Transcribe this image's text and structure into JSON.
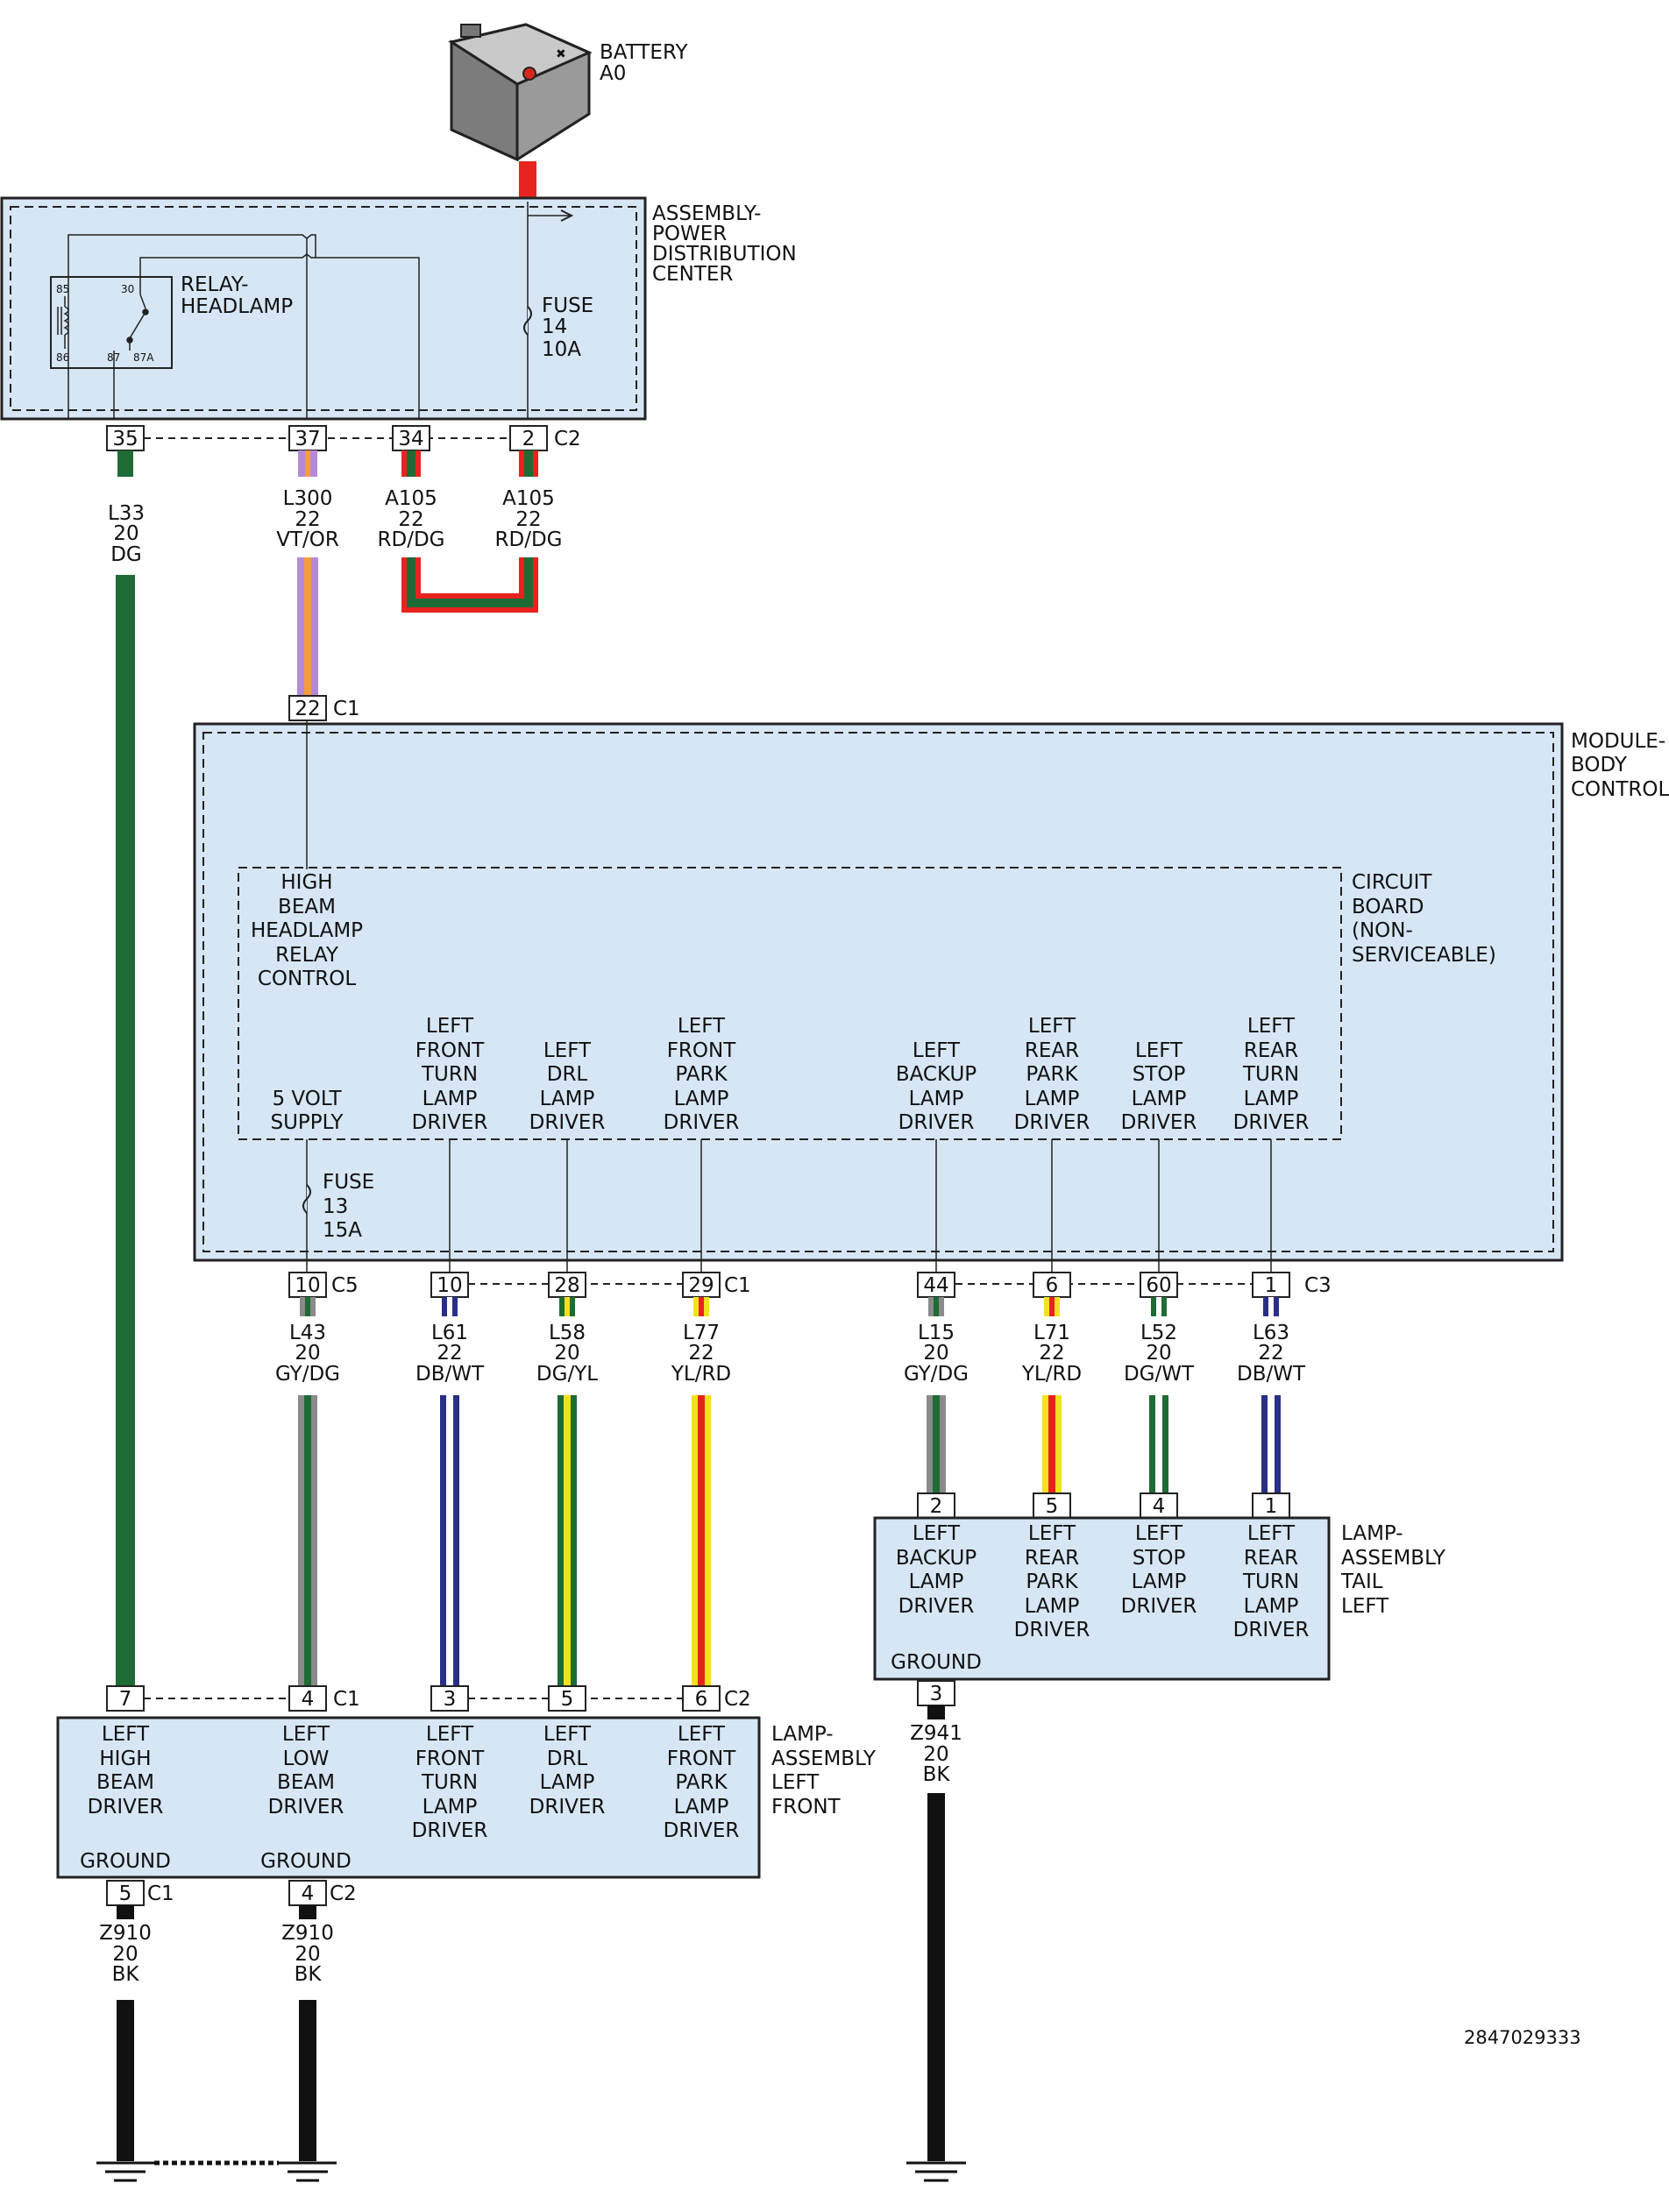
{
  "battery": {
    "label1": "BATTERY",
    "label2": "A0"
  },
  "pdc": {
    "label": [
      "ASSEMBLY-",
      "POWER",
      "DISTRIBUTION",
      "CENTER"
    ],
    "relay_label": [
      "RELAY-",
      "HEADLAMP"
    ],
    "relay_pins": [
      "85",
      "30",
      "86",
      "87",
      "87A"
    ],
    "fuse_label": [
      "FUSE",
      "14",
      "10A"
    ],
    "connector": "C2",
    "pins": [
      "35",
      "37",
      "34",
      "2"
    ]
  },
  "wires_top": [
    {
      "circuit": "L33",
      "gauge": "20",
      "color": "DG"
    },
    {
      "circuit": "L300",
      "gauge": "22",
      "color": "VT/OR"
    },
    {
      "circuit": "A105",
      "gauge": "22",
      "color": "RD/DG"
    },
    {
      "circuit": "A105",
      "gauge": "22",
      "color": "RD/DG"
    }
  ],
  "bcm": {
    "label": [
      "MODULE-",
      "BODY",
      "CONTROL"
    ],
    "c1_pin": "22",
    "c1_label": "C1",
    "board_label": [
      "CIRCUIT",
      "BOARD",
      "(NON-",
      "SERVICEABLE)"
    ],
    "relay_control": [
      "HIGH",
      "BEAM",
      "HEADLAMP",
      "RELAY",
      "CONTROL"
    ],
    "drivers": [
      [
        "5 VOLT",
        "SUPPLY"
      ],
      [
        "LEFT",
        "FRONT",
        "TURN",
        "LAMP",
        "DRIVER"
      ],
      [
        "LEFT",
        "DRL",
        "LAMP",
        "DRIVER"
      ],
      [
        "LEFT",
        "FRONT",
        "PARK",
        "LAMP",
        "DRIVER"
      ],
      [
        "LEFT",
        "BACKUP",
        "LAMP",
        "DRIVER"
      ],
      [
        "LEFT",
        "REAR",
        "PARK",
        "LAMP",
        "DRIVER"
      ],
      [
        "LEFT",
        "STOP",
        "LAMP",
        "DRIVER"
      ],
      [
        "LEFT",
        "REAR",
        "TURN",
        "LAMP",
        "DRIVER"
      ]
    ],
    "fuse_label": [
      "FUSE",
      "13",
      "15A"
    ],
    "bottom_pins": [
      "10",
      "10",
      "28",
      "29",
      "44",
      "6",
      "60",
      "1"
    ],
    "c5_label": "C5",
    "c1b_label": "C1",
    "c3_label": "C3"
  },
  "wires_mid": [
    {
      "circuit": "L43",
      "gauge": "20",
      "color": "GY/DG"
    },
    {
      "circuit": "L61",
      "gauge": "22",
      "color": "DB/WT"
    },
    {
      "circuit": "L58",
      "gauge": "20",
      "color": "DG/YL"
    },
    {
      "circuit": "L77",
      "gauge": "22",
      "color": "YL/RD"
    },
    {
      "circuit": "L15",
      "gauge": "20",
      "color": "GY/DG"
    },
    {
      "circuit": "L71",
      "gauge": "22",
      "color": "YL/RD"
    },
    {
      "circuit": "L52",
      "gauge": "20",
      "color": "DG/WT"
    },
    {
      "circuit": "L63",
      "gauge": "22",
      "color": "DB/WT"
    }
  ],
  "tail_lamp": {
    "label": [
      "LAMP-",
      "ASSEMBLY",
      "TAIL",
      "LEFT"
    ],
    "pins": [
      "2",
      "5",
      "4",
      "1"
    ],
    "drivers": [
      [
        "LEFT",
        "BACKUP",
        "LAMP",
        "DRIVER"
      ],
      [
        "LEFT",
        "REAR",
        "PARK",
        "LAMP",
        "DRIVER"
      ],
      [
        "LEFT",
        "STOP",
        "LAMP",
        "DRIVER"
      ],
      [
        "LEFT",
        "REAR",
        "TURN",
        "LAMP",
        "DRIVER"
      ]
    ],
    "ground": "GROUND",
    "ground_pin": "3",
    "ground_wire": {
      "circuit": "Z941",
      "gauge": "20",
      "color": "BK"
    }
  },
  "front_lamp": {
    "label": [
      "LAMP-",
      "ASSEMBLY",
      "LEFT",
      "FRONT"
    ],
    "pins": [
      "7",
      "4",
      "3",
      "5",
      "6"
    ],
    "c1_label": "C1",
    "c2_label": "C2",
    "drivers": [
      [
        "LEFT",
        "HIGH",
        "BEAM",
        "DRIVER"
      ],
      [
        "LEFT",
        "LOW",
        "BEAM",
        "DRIVER"
      ],
      [
        "LEFT",
        "FRONT",
        "TURN",
        "LAMP",
        "DRIVER"
      ],
      [
        "LEFT",
        "DRL",
        "LAMP",
        "DRIVER"
      ],
      [
        "LEFT",
        "FRONT",
        "PARK",
        "LAMP",
        "DRIVER"
      ]
    ],
    "grounds": [
      "GROUND",
      "GROUND"
    ],
    "ground_pins": [
      "5",
      "4"
    ],
    "ground_conn": [
      "C1",
      "C2"
    ],
    "ground_wires": [
      {
        "circuit": "Z910",
        "gauge": "20",
        "color": "BK"
      },
      {
        "circuit": "Z910",
        "gauge": "20",
        "color": "BK"
      }
    ]
  },
  "doc_id": "2847029333",
  "colors": {
    "module_fill": "#d6e6f4",
    "red": "#e8231f",
    "dark_green": "#1e6b35",
    "violet": "#b48ad8",
    "orange": "#f59d3a",
    "gray": "#8a8a8a",
    "dark_blue": "#2a2f86",
    "yellow": "#f3e21b",
    "black": "#111111"
  }
}
